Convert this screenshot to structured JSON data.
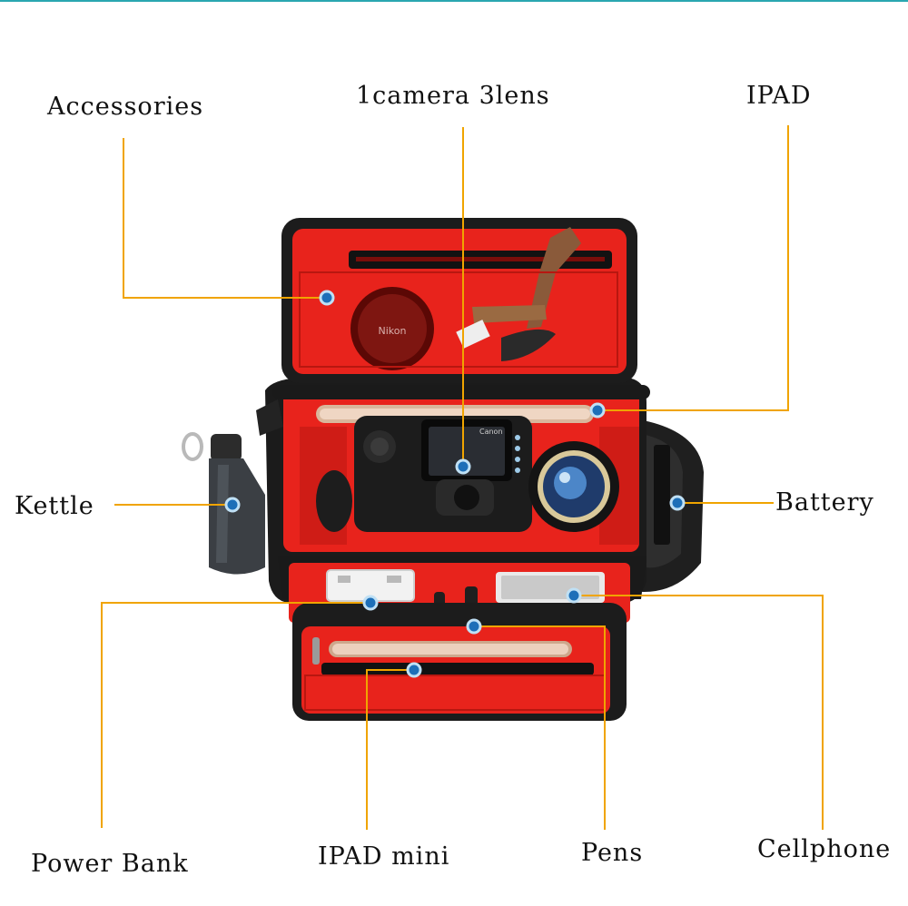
{
  "colors": {
    "leader": "#f0a400",
    "marker": "#1d6fb8",
    "bag_shell": "#1b1b1b",
    "bag_lining": "#e8231c"
  },
  "labels": {
    "accessories": "Accessories",
    "camera_lens": "1camera 3lens",
    "ipad": "IPAD",
    "kettle": "Kettle",
    "battery": "Battery",
    "power_bank": "Power Bank",
    "ipad_mini": "IPAD mini",
    "pens": "Pens",
    "cellphone": "Cellphone"
  },
  "product": {
    "lens_brand": "Nikon",
    "camera_brand": "Canon"
  }
}
